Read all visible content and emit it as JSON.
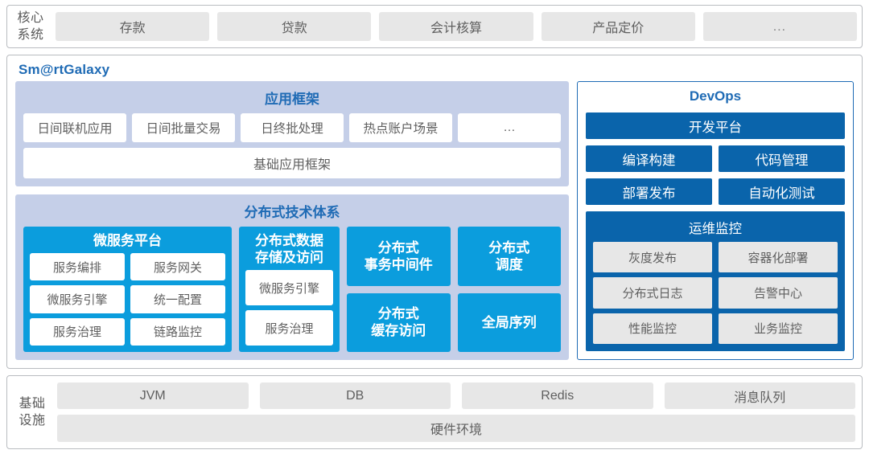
{
  "core_system": {
    "label": "核心\n系统",
    "label_lines": [
      "核心",
      "系统"
    ],
    "items": [
      {
        "label": "存款"
      },
      {
        "label": "贷款"
      },
      {
        "label": "会计核算"
      },
      {
        "label": "产品定价"
      },
      {
        "label": "…"
      }
    ]
  },
  "galaxy": {
    "title": "Sm@rtGalaxy",
    "app_framework": {
      "title": "应用框架",
      "items": [
        {
          "label": "日间联机应用"
        },
        {
          "label": "日间批量交易"
        },
        {
          "label": "日终批处理"
        },
        {
          "label": "热点账户场景"
        },
        {
          "label": "…"
        }
      ],
      "base": "基础应用框架"
    },
    "distributed": {
      "title": "分布式技术体系",
      "microservice": {
        "title": "微服务平台",
        "rows": [
          [
            {
              "label": "服务编排"
            },
            {
              "label": "服务网关"
            }
          ],
          [
            {
              "label": "微服务引擎"
            },
            {
              "label": "统一配置"
            }
          ],
          [
            {
              "label": "服务治理"
            },
            {
              "label": "链路监控"
            }
          ]
        ]
      },
      "data_store": {
        "title": "分布式数据\n存储及访问",
        "title_lines": [
          "分布式数据",
          "存储及访问"
        ],
        "rows": [
          [
            {
              "label": "微服务引擎"
            }
          ],
          [
            {
              "label": "服务治理"
            }
          ]
        ]
      },
      "col_c": [
        {
          "title_lines": [
            "分布式",
            "事务中间件"
          ]
        },
        {
          "title_lines": [
            "分布式",
            "缓存访问"
          ]
        }
      ],
      "col_d": [
        {
          "title_lines": [
            "分布式",
            "调度"
          ]
        },
        {
          "title_lines": [
            "全局序列"
          ]
        }
      ]
    },
    "devops": {
      "title": "DevOps",
      "platform": "开发平台",
      "buttons": [
        [
          {
            "label": "编译构建"
          },
          {
            "label": "代码管理"
          }
        ],
        [
          {
            "label": "部署发布"
          },
          {
            "label": "自动化测试"
          }
        ]
      ],
      "ops": {
        "title": "运维监控",
        "rows": [
          [
            {
              "label": "灰度发布"
            },
            {
              "label": "容器化部署"
            }
          ],
          [
            {
              "label": "分布式日志"
            },
            {
              "label": "告警中心"
            }
          ],
          [
            {
              "label": "性能监控"
            },
            {
              "label": "业务监控"
            }
          ]
        ]
      }
    }
  },
  "infrastructure": {
    "label_lines": [
      "基础",
      "设施"
    ],
    "items": [
      {
        "label": "JVM"
      },
      {
        "label": "DB"
      },
      {
        "label": "Redis"
      },
      {
        "label": "消息队列"
      }
    ],
    "hardware": "硬件环境"
  },
  "colors": {
    "accent_blue": "#1f6bb5",
    "devops_blue": "#0a64ab",
    "tech_blue": "#0b9ddd",
    "panel_lavender": "#c5cfe8",
    "chip_gray": "#e7e7e7",
    "frame_gray": "#b9bcc0",
    "text_gray": "#5f5f5f"
  }
}
